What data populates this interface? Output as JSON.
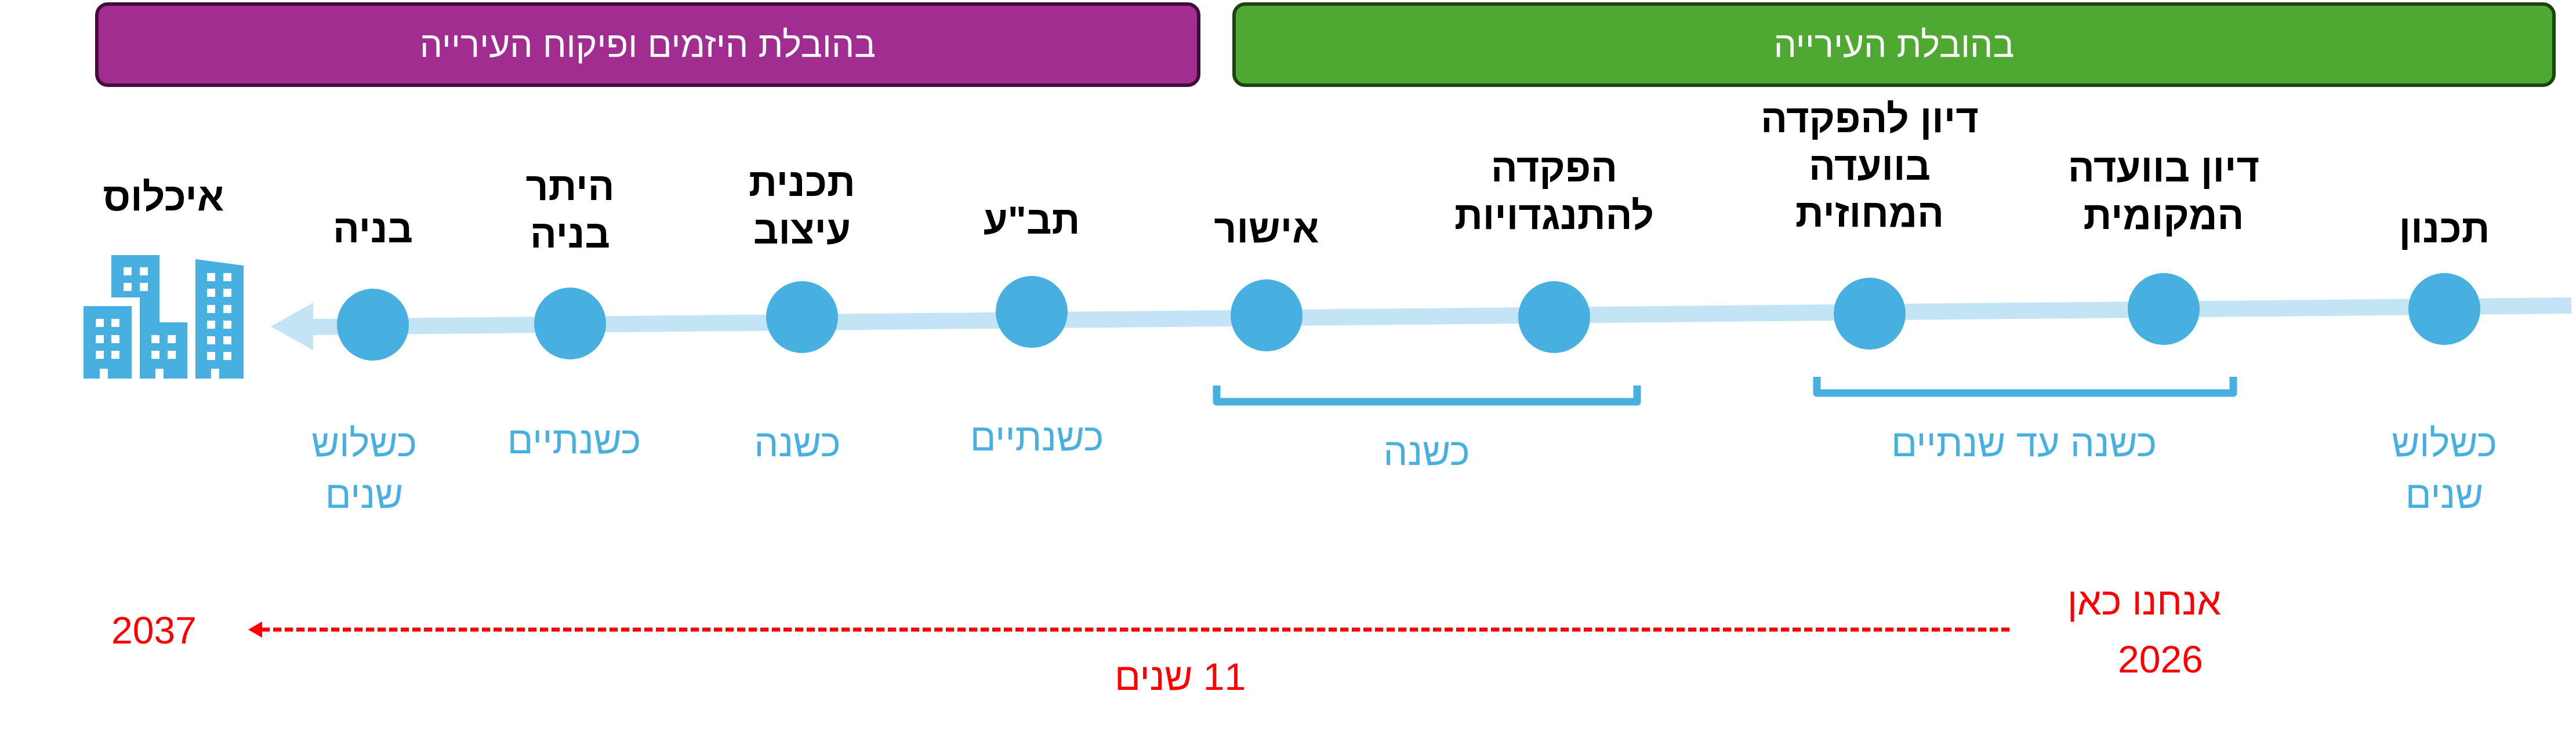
{
  "phases": {
    "developers": "בהובלת היזמים ופיקוח העירייה",
    "city": "בהובלת העירייה"
  },
  "stages": [
    {
      "label_lines": [
        "תכנון"
      ]
    },
    {
      "label_lines": [
        "דיון בוועדה",
        "המקומית"
      ]
    },
    {
      "label_lines": [
        "דיון להפקדה",
        "בוועדה",
        "המחוזית"
      ]
    },
    {
      "label_lines": [
        "הפקדה",
        "להתנגדויות"
      ]
    },
    {
      "label_lines": [
        "אישור"
      ]
    },
    {
      "label_lines": [
        "תב\"ע"
      ]
    },
    {
      "label_lines": [
        "תכנית",
        "עיצוב"
      ]
    },
    {
      "label_lines": [
        "היתר",
        "בניה"
      ]
    },
    {
      "label_lines": [
        "בניה"
      ]
    }
  ],
  "final_stage": {
    "label": "איכלוס",
    "icon": "buildings-icon"
  },
  "durations": [
    {
      "lines": [
        "כשלוש",
        "שנים"
      ]
    },
    {
      "lines": [
        "כשנה עד שנתיים"
      ]
    },
    {
      "lines": [
        "כשנה"
      ]
    },
    {
      "lines": [
        "כשנתיים"
      ]
    },
    {
      "lines": [
        "כשנה"
      ]
    },
    {
      "lines": [
        "כשנתיים"
      ]
    },
    {
      "lines": [
        "כשלוש",
        "שנים"
      ]
    }
  ],
  "timeline": {
    "now_label": "אנחנו כאן",
    "start_year": "2026",
    "end_year": "2037",
    "span_label": "11 שנים"
  },
  "colors": {
    "developers_phase": "#a22d91",
    "city_phase": "#4fa831",
    "stage_dot": "#48b0e0",
    "timeline_track": "#c3e4f4",
    "duration_text": "#48b0e0",
    "projection": "#ff0000"
  }
}
